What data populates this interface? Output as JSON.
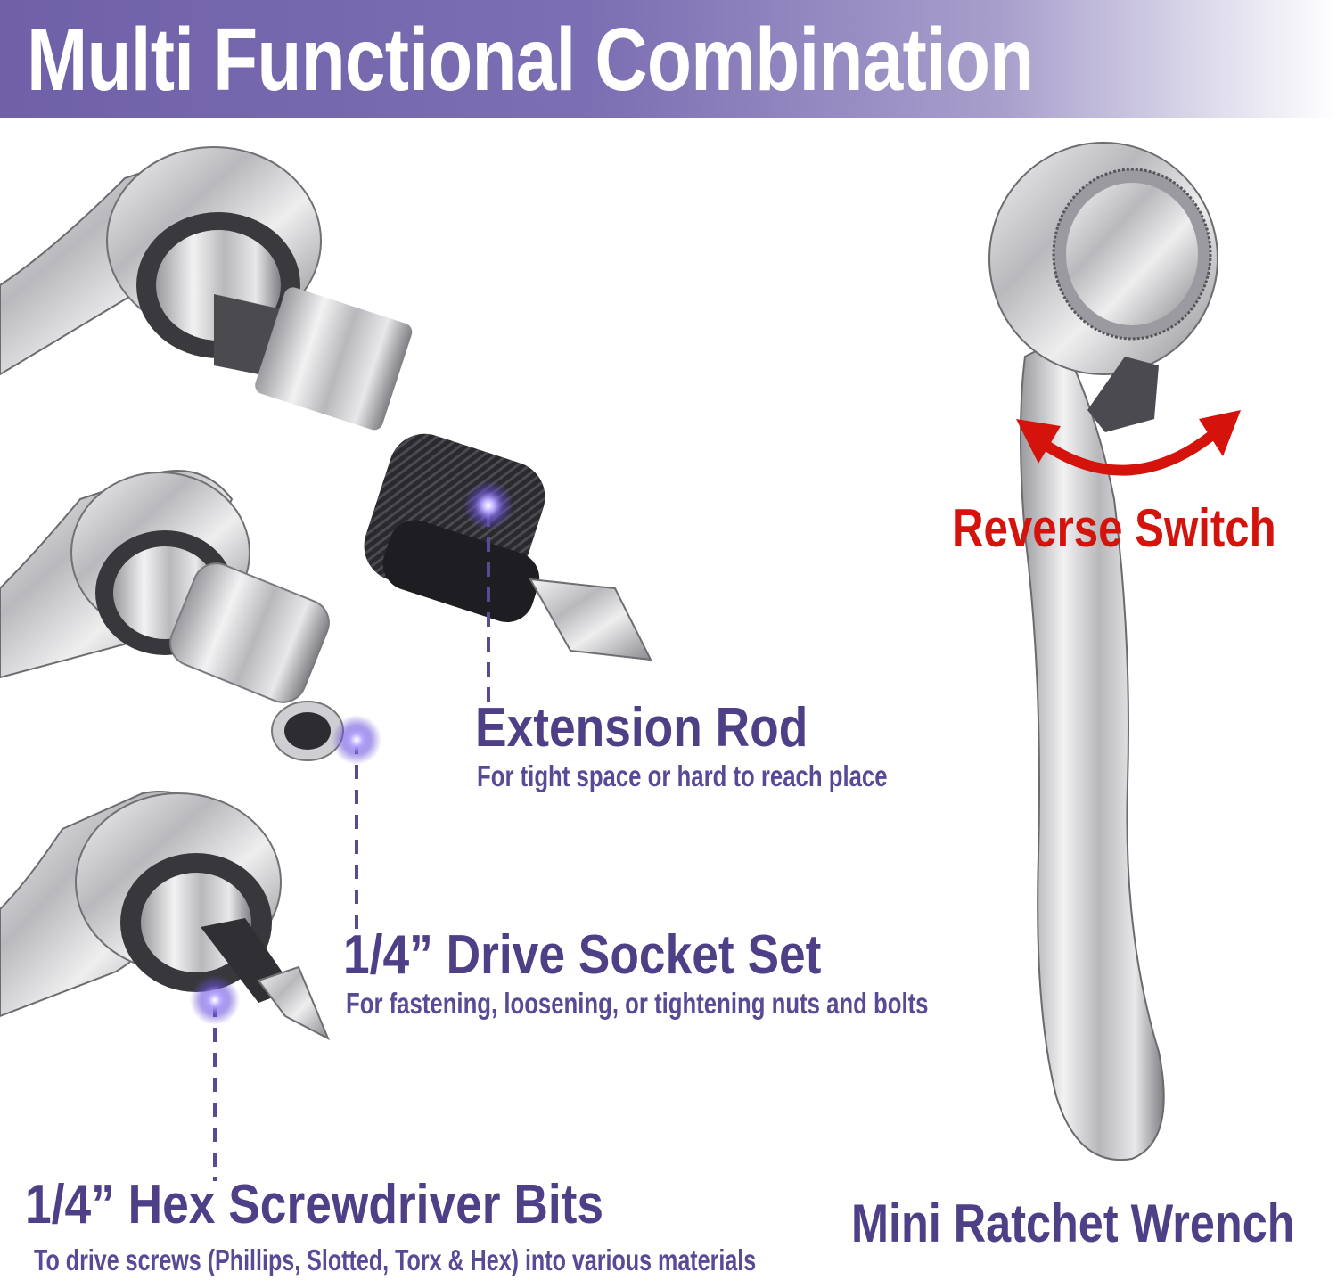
{
  "banner": {
    "title": "Multi Functional Combination"
  },
  "labels": {
    "extension_rod": {
      "title": "Extension Rod",
      "subtitle": "For tight space or hard to reach place"
    },
    "drive_socket_set": {
      "title": "1/4” Drive Socket Set",
      "subtitle": "For fastening, loosening, or tightening nuts and bolts"
    },
    "hex_bits": {
      "title": "1/4” Hex Screwdriver Bits",
      "subtitle": "To drive screws (Phillips, Slotted, Torx & Hex) into various materials"
    },
    "ratchet": {
      "title": "Mini Ratchet Wrench"
    },
    "reverse_switch": {
      "title": "Reverse Switch"
    }
  },
  "colors": {
    "accent_purple": "#4e3f87",
    "banner_purple": "#6f60a8",
    "reverse_red": "#d4140c",
    "chrome": "#c9c9cc"
  }
}
